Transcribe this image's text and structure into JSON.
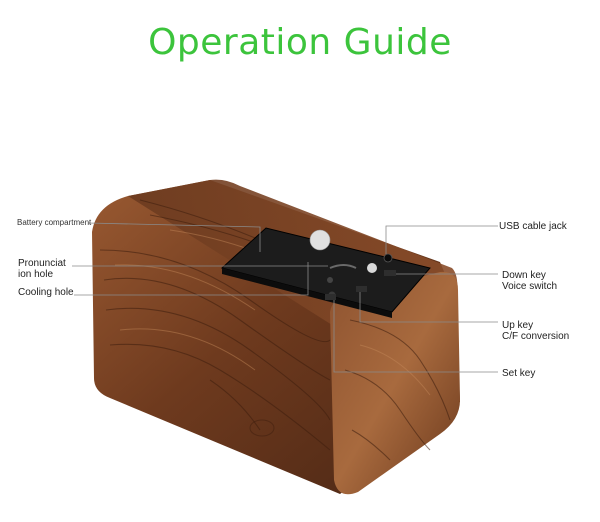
{
  "title": "Operation Guide",
  "labels": {
    "battery": "Battery compartment",
    "pronunciation_line1": "Pronunciat",
    "pronunciation_line2": "ion hole",
    "cooling": "Cooling hole",
    "usb": "USB cable jack",
    "down_line1": "Down key",
    "down_line2": "Voice switch",
    "up_line1": "Up key",
    "up_line2": "C/F conversion",
    "set": "Set key"
  },
  "colors": {
    "title": "#3cc43c",
    "wood_dark": "#4a2614",
    "wood_mid": "#7a4224",
    "wood_light": "#a5663c",
    "panel": "#1c1c1c",
    "leader_line": "#8a8a8a"
  }
}
